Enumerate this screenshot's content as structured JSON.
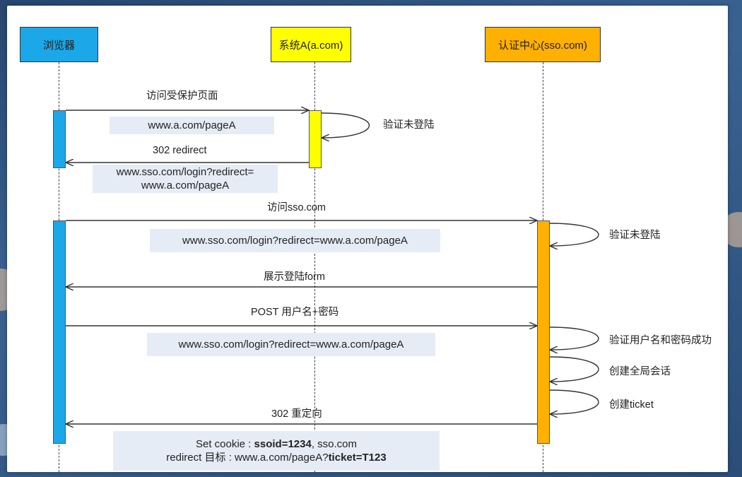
{
  "colors": {
    "browser": "#1ba7e8",
    "systemA": "#ffff00",
    "sso": "#ffb000",
    "note_bg": "#e6ecf6"
  },
  "actors": {
    "browser": "浏览器",
    "systemA": "系统A(a.com)",
    "sso": "认证中心(sso.com)"
  },
  "messages": {
    "m1": "访问受保护页面",
    "m2": "验证未登陆",
    "m3": "302 redirect",
    "m4": "访问sso.com",
    "m5": "验证未登陆",
    "m6": "展示登陆form",
    "m7": "POST 用户名+密码",
    "m8": "验证用户名和密码成功",
    "m9": "创建全局会话",
    "m10": "创建ticket",
    "m11": "302 重定向"
  },
  "notes": {
    "n1": "www.a.com/pageA",
    "n2_line1": "www.sso.com/login?redirect=",
    "n2_line2": "www.a.com/pageA",
    "n3": "www.sso.com/login?redirect=www.a.com/pageA",
    "n4": "www.sso.com/login?redirect=www.a.com/pageA",
    "n5": {
      "l1_prefix": "Set cookie : ",
      "l1_bold": "ssoid=1234",
      "l1_suffix": ", sso.com",
      "l2_prefix": "redirect 目标 : www.a.com/pageA?",
      "l2_bold": "ticket=T123"
    }
  }
}
